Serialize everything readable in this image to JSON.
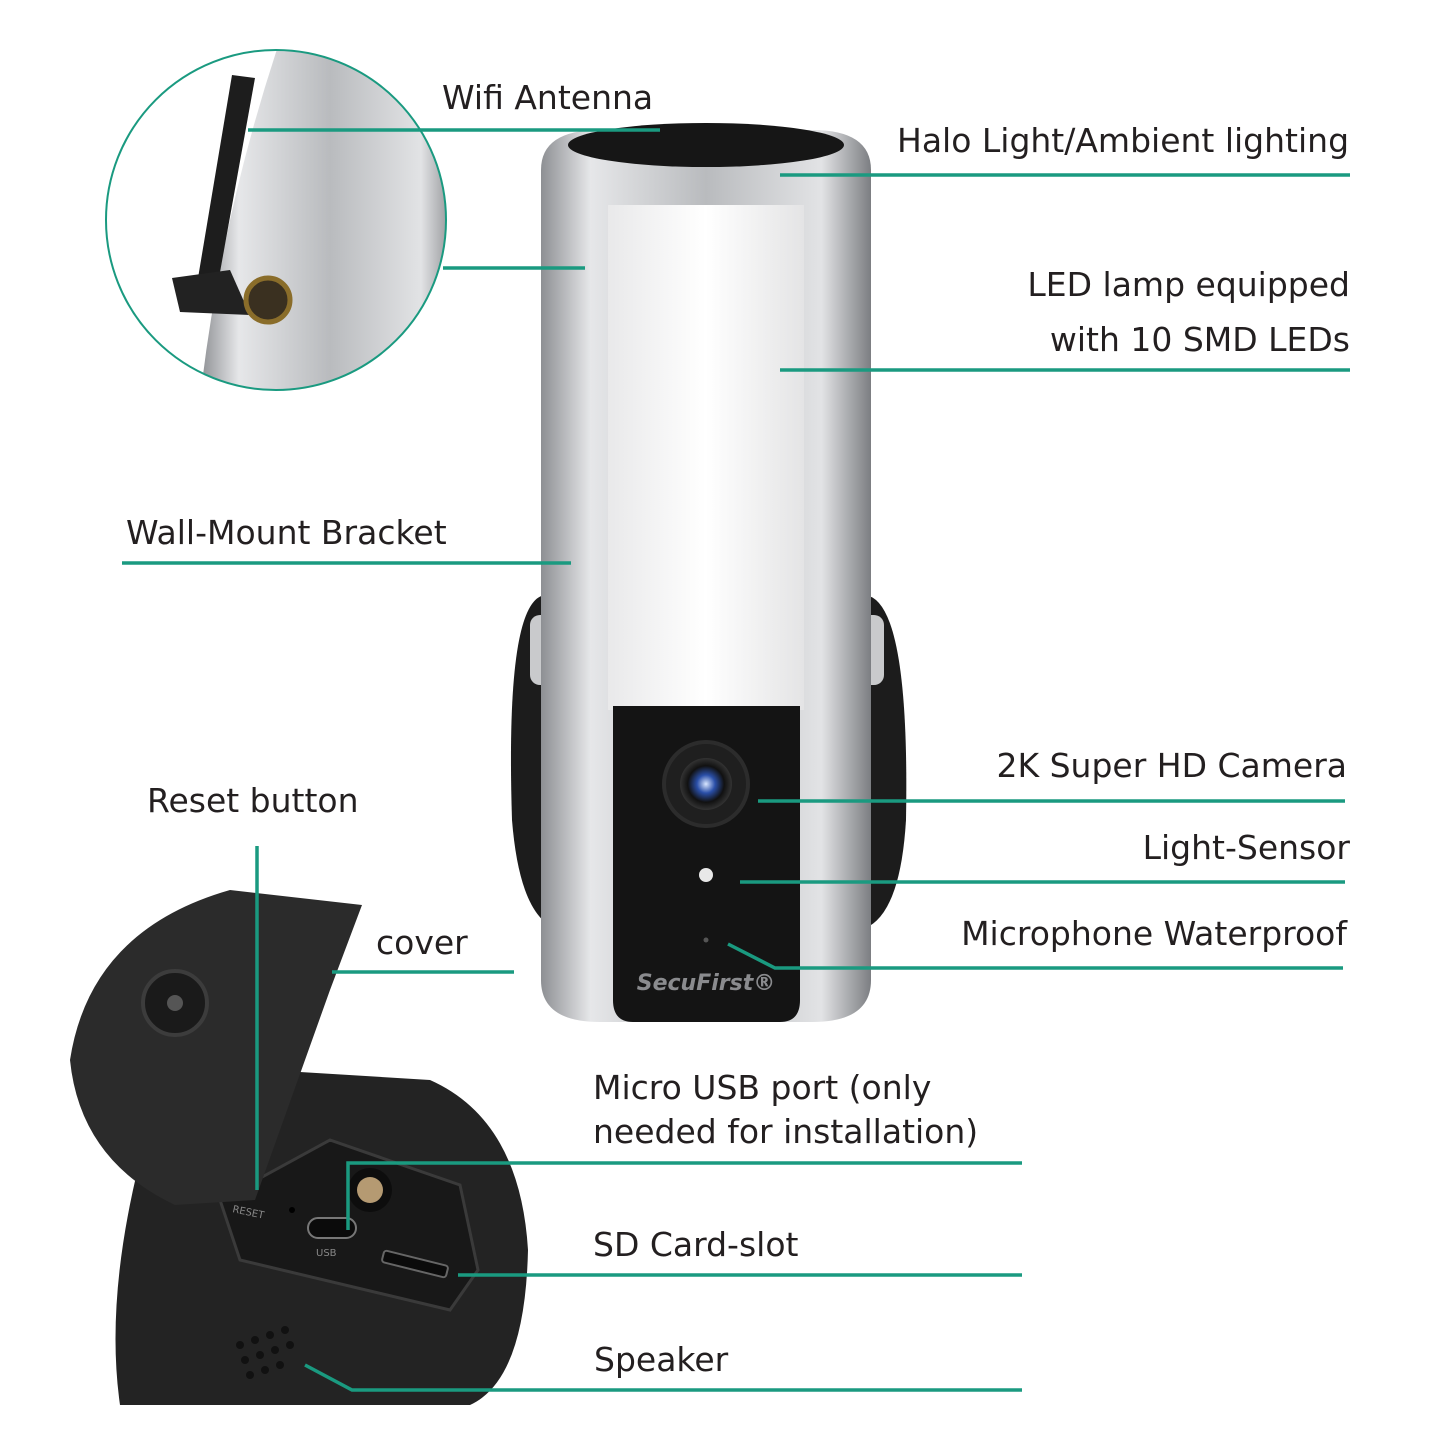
{
  "colors": {
    "leader": "#1a9a80",
    "text": "#231f20",
    "body": "#c8c9cb",
    "black": "#151515"
  },
  "product": {
    "brand_logo": "SecuFirst",
    "port_marks": [
      "RESET",
      "USB"
    ]
  },
  "labels": {
    "wifi_antenna": "Wifi Antenna",
    "halo_light": "Halo Light/Ambient lighting",
    "led_lamp_line1": "LED lamp equipped",
    "led_lamp_line2": "with 10 SMD LEDs",
    "wall_mount": "Wall-Mount Bracket",
    "camera": "2K Super HD Camera",
    "light_sensor": "Light-Sensor",
    "microphone": "Microphone Waterproof",
    "reset": "Reset button",
    "cover": "cover",
    "micro_usb_line1": "Micro USB port (only",
    "micro_usb_line2": "needed for installation)",
    "sd_card": "SD Card-slot",
    "speaker": "Speaker"
  }
}
